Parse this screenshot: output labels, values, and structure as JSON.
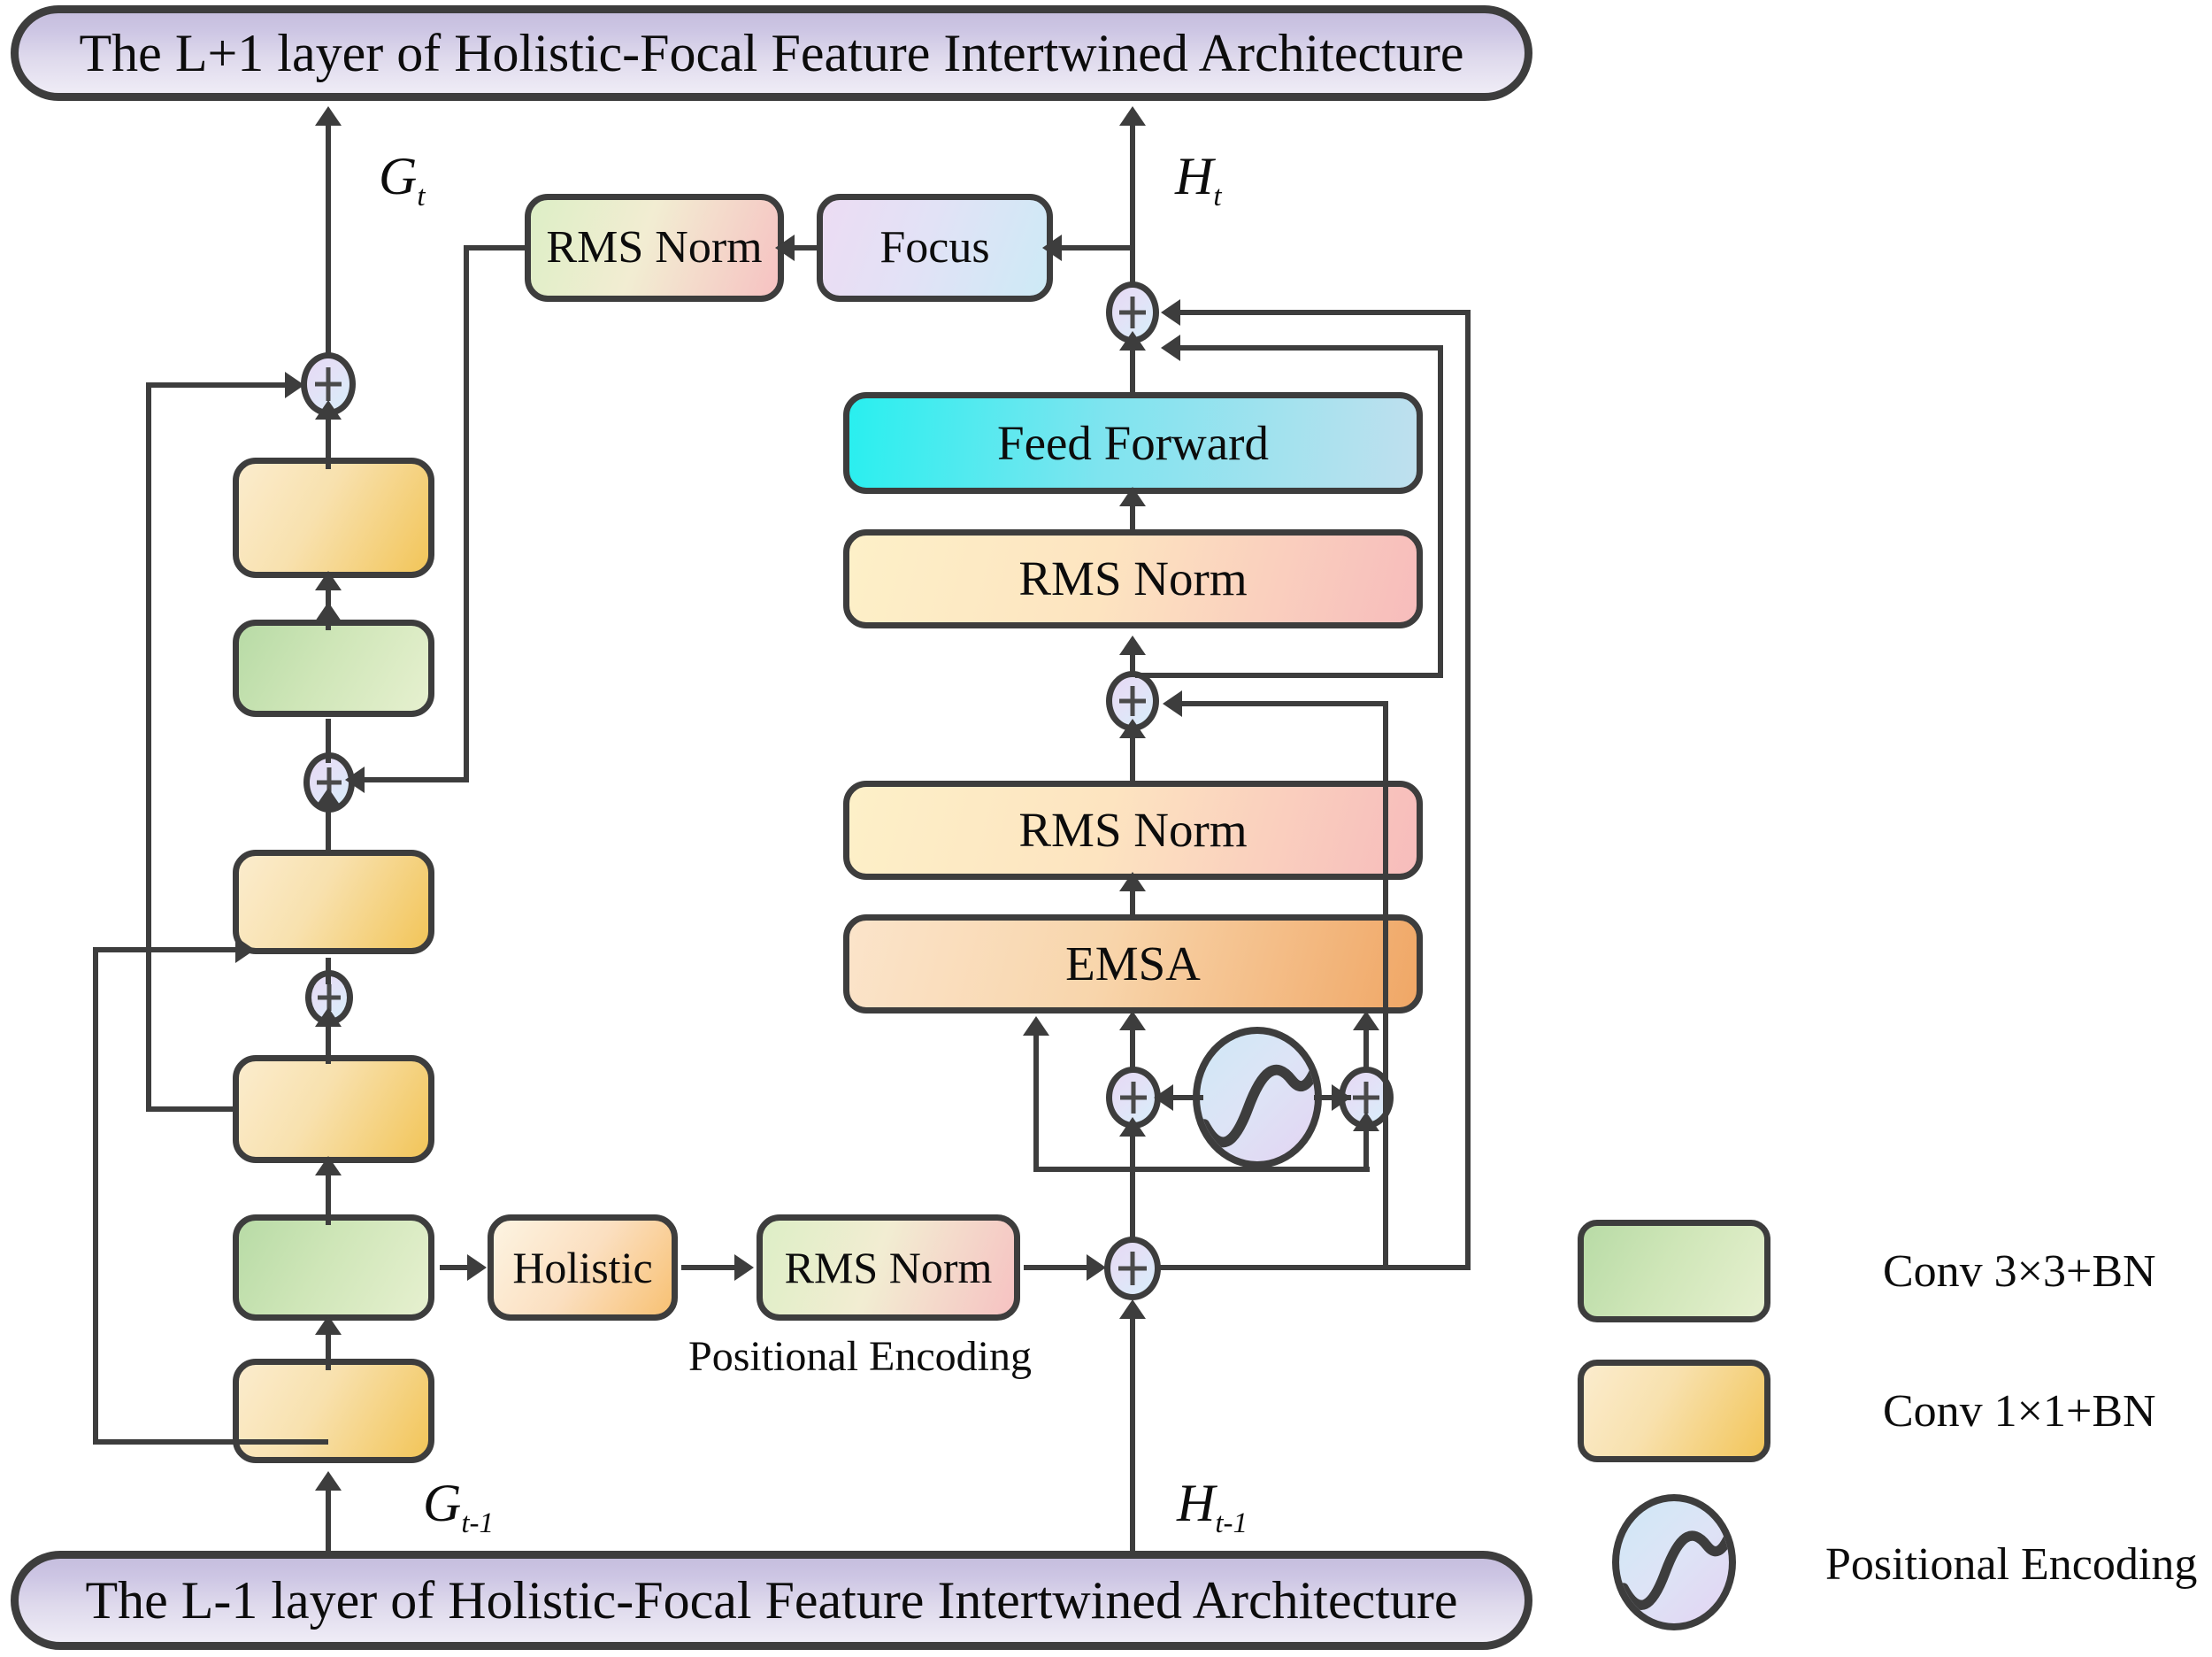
{
  "diagram": {
    "title_top": "The L+1 layer of Holistic-Focal Feature Intertwined Architecture",
    "title_bottom": "The L-1 layer of Holistic-Focal Feature Intertwined Architecture"
  },
  "signals": {
    "g_out": "G",
    "g_out_sub": "t",
    "h_out": "H",
    "h_out_sub": "t",
    "g_in": "G",
    "g_in_sub": "t-1",
    "h_in": "H",
    "h_in_sub": "t-1"
  },
  "blocks": {
    "rms_norm_top_left": "RMS Norm",
    "focus": "Focus",
    "feed_forward": "Feed Forward",
    "rms_norm_ff": "RMS Norm",
    "rms_norm_emsa": "RMS Norm",
    "emsa": "EMSA",
    "holistic": "Holistic",
    "rms_norm_pe": "RMS Norm",
    "conv1_left_top": "",
    "conv3_left_top": "",
    "conv1_left_mid": "",
    "conv1_left_lower": "",
    "conv3_left_lower": "",
    "conv1_left_bottom": ""
  },
  "captions": {
    "positional_encoding": "Positional Encoding"
  },
  "legend": {
    "items": [
      {
        "label": "Conv 3×3+BN",
        "swatch": "conv3-swatch"
      },
      {
        "label": "Conv 1×1+BN",
        "swatch": "conv1-swatch"
      },
      {
        "label": "Positional Encoding",
        "swatch": "positional-encoding-swatch"
      }
    ]
  },
  "icons": {
    "plus": "plus-icon",
    "sine_wave": "sine-wave-icon",
    "arrow": "arrow-icon"
  },
  "colors": {
    "stroke": "#3d3d3d",
    "capsule_start": "#c6bede",
    "capsule_end": "#efecf6",
    "conv1_start": "#fbeccd",
    "conv1_end": "#f2c559",
    "conv3_start": "#b8dba6",
    "conv3_end": "#e6f0cf",
    "feed_forward_start": "#29efef",
    "feed_forward_end": "#bfe0ee",
    "emsa_start": "#fbe4ca",
    "emsa_end": "#f0a766",
    "rms_start": "#fdf0c8",
    "rms_end": "#f7bcbc",
    "focus_start": "#ecdcf3",
    "focus_end": "#cdeaf6",
    "plus_start": "#e6d9f4",
    "plus_end": "#d7eefa"
  }
}
